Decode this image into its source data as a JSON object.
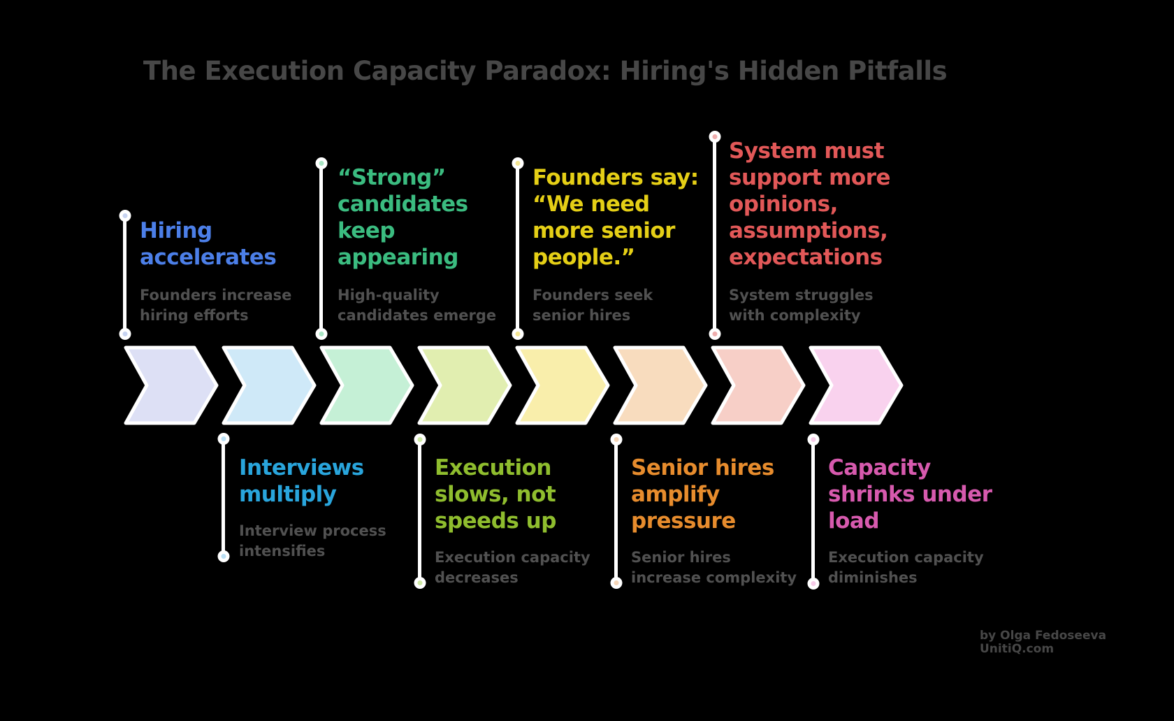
{
  "title": "The Execution Capacity Paradox: Hiring's Hidden Pitfalls",
  "colors": {
    "background": "#000000",
    "title_text": "#474747",
    "subtitle_text": "#515151",
    "connector": "#ffffff"
  },
  "chevrons": [
    "#dde0f5",
    "#cfe9f8",
    "#c5f0d6",
    "#e1eeb0",
    "#f9eeab",
    "#f8dcbe",
    "#f7cfc7",
    "#f9d2ee"
  ],
  "steps": [
    {
      "id": "hiring-accelerates",
      "position": "top",
      "heading_lines": [
        "Hiring",
        "accelerates"
      ],
      "heading_color": "#4c7fe8",
      "subtitle_lines": [
        "Founders increase",
        "hiring efforts"
      ],
      "dot_color": "#c7d3f1"
    },
    {
      "id": "interviews-multiply",
      "position": "bottom",
      "heading_lines": [
        "Interviews",
        "multiply"
      ],
      "heading_color": "#29a5dc",
      "subtitle_lines": [
        "Interview process",
        "intensifies"
      ],
      "dot_color": "#badff4"
    },
    {
      "id": "strong-candidates",
      "position": "top",
      "heading_lines": [
        "“Strong”",
        "candidates",
        "keep",
        "appearing"
      ],
      "heading_color": "#3bbc80",
      "subtitle_lines": [
        "High-quality",
        "candidates emerge"
      ],
      "dot_color": "#a9e6c4"
    },
    {
      "id": "execution-slows",
      "position": "bottom",
      "heading_lines": [
        "Execution",
        "slows, not",
        "speeds up"
      ],
      "heading_color": "#8fbd2e",
      "subtitle_lines": [
        "Execution capacity",
        "decreases"
      ],
      "dot_color": "#cfeaa5"
    },
    {
      "id": "founders-say",
      "position": "top",
      "heading_lines": [
        "Founders say:",
        "“We need",
        "more senior",
        "people.”"
      ],
      "heading_color": "#e5cf16",
      "subtitle_lines": [
        "Founders seek",
        "senior hires"
      ],
      "dot_color": "#f4e694"
    },
    {
      "id": "senior-hires-pressure",
      "position": "bottom",
      "heading_lines": [
        "Senior hires",
        "amplify",
        "pressure"
      ],
      "heading_color": "#e78c2d",
      "subtitle_lines": [
        "Senior hires",
        "increase complexity"
      ],
      "dot_color": "#f6d6b8"
    },
    {
      "id": "system-must-support",
      "position": "top",
      "heading_lines": [
        "System must",
        "support more",
        "opinions,",
        "assumptions,",
        "expectations"
      ],
      "heading_color": "#e25858",
      "subtitle_lines": [
        "System struggles",
        "with complexity"
      ],
      "dot_color": "#efadad"
    },
    {
      "id": "capacity-shrinks",
      "position": "bottom",
      "heading_lines": [
        "Capacity",
        "shrinks under",
        "load"
      ],
      "heading_color": "#d75aae",
      "subtitle_lines": [
        "Execution capacity",
        "diminishes"
      ],
      "dot_color": "#f6cbe8"
    }
  ],
  "attribution": {
    "line1": "by Olga Fedoseeva",
    "line2": "UnitiQ.com"
  }
}
